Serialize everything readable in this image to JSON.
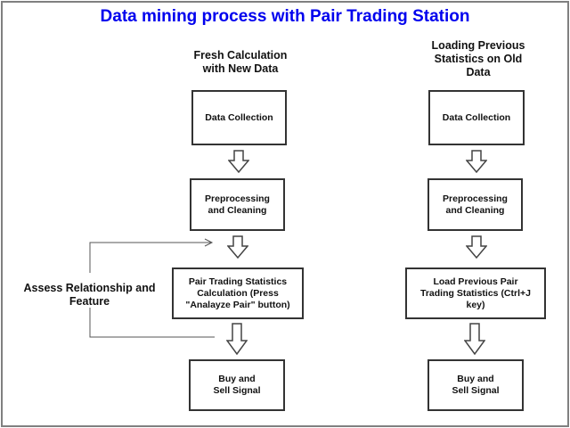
{
  "title": "Data mining process with Pair Trading Station",
  "left_column": {
    "heading": "Fresh Calculation with New Data",
    "heading_lines": [
      "Fresh Calculation",
      "with New Data"
    ],
    "steps": [
      {
        "label": "Data Collection"
      },
      {
        "label": "Preprocessing and Cleaning",
        "lines": [
          "Preprocessing",
          "and Cleaning"
        ]
      },
      {
        "label": "Pair Trading Statistics Calculation (Press \"Analayze Pair\" button)",
        "lines": [
          "Pair Trading Statistics",
          "Calculation (Press",
          "\"Analayze Pair\" button)"
        ]
      },
      {
        "label": "Buy and Sell Signal",
        "lines": [
          "Buy and",
          "Sell Signal"
        ]
      }
    ]
  },
  "right_column": {
    "heading": "Loading Previous Statistics on Old Data",
    "heading_lines": [
      "Loading Previous",
      "Statistics on Old",
      "Data"
    ],
    "steps": [
      {
        "label": "Data Collection"
      },
      {
        "label": "Preprocessing and Cleaning",
        "lines": [
          "Preprocessing",
          "and Cleaning"
        ]
      },
      {
        "label": "Load Previous Pair Trading Statistics (Ctrl+J key)",
        "lines": [
          "Load Previous Pair",
          "Trading Statistics (Ctrl+J",
          "key)"
        ]
      },
      {
        "label": "Buy and Sell Signal",
        "lines": [
          "Buy and",
          "Sell Signal"
        ]
      }
    ]
  },
  "feedback_loop": {
    "label": "Assess Relationship and Feature",
    "lines": [
      "Assess Relationship and",
      "Feature"
    ]
  },
  "colors": {
    "title": "#0000ee",
    "border": "#808080",
    "box_border": "#333333"
  }
}
